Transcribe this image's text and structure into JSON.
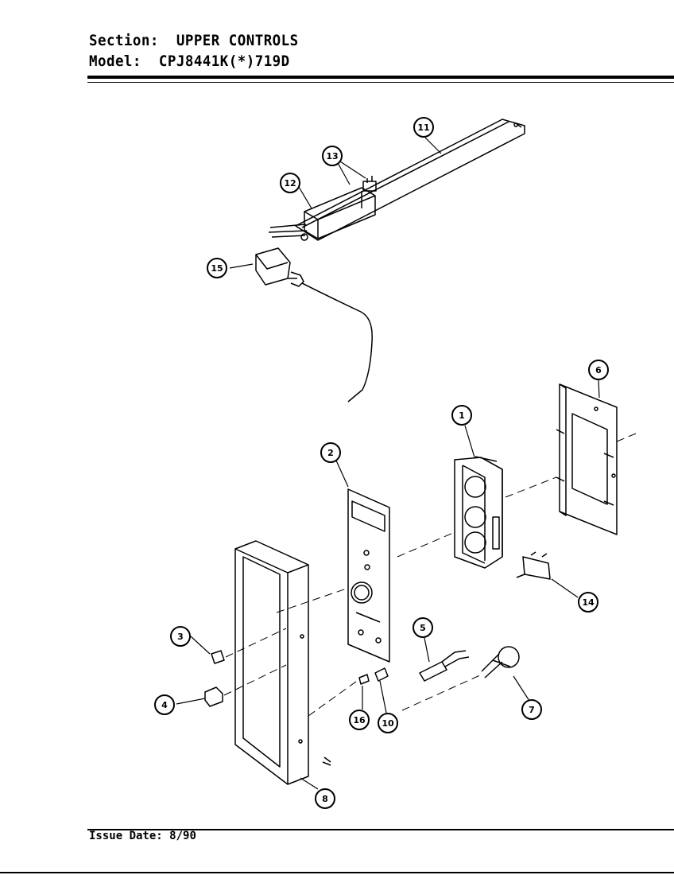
{
  "header": {
    "section_label": "Section:",
    "section_value": "UPPER CONTROLS",
    "model_label": "Model:",
    "model_value": "CPJ8441K(*)719D"
  },
  "footer": {
    "issue_label": "Issue Date:",
    "issue_value": "8/90"
  },
  "callouts": [
    "1",
    "2",
    "3",
    "4",
    "5",
    "6",
    "7",
    "8",
    "10",
    "11",
    "12",
    "13",
    "14",
    "15",
    "16"
  ]
}
